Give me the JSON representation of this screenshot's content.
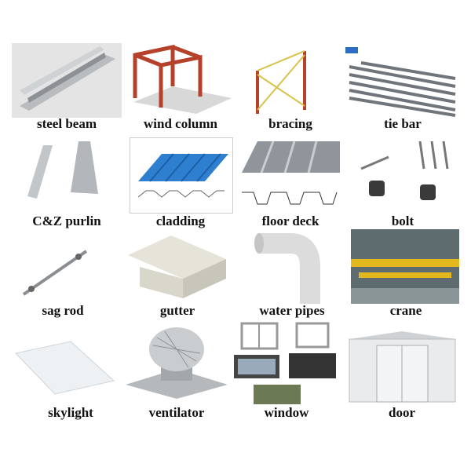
{
  "items": [
    {
      "label": "steel beam",
      "icon": "steel-beam-image"
    },
    {
      "label": "wind column",
      "icon": "wind-column-image"
    },
    {
      "label": "bracing",
      "icon": "bracing-image"
    },
    {
      "label": "tie bar",
      "icon": "tie-bar-image"
    },
    {
      "label": "C&Z purlin",
      "icon": "purlin-image"
    },
    {
      "label": "cladding",
      "icon": "cladding-image"
    },
    {
      "label": "floor deck",
      "icon": "floor-deck-image"
    },
    {
      "label": "bolt",
      "icon": "bolt-image"
    },
    {
      "label": "sag rod",
      "icon": "sag-rod-image"
    },
    {
      "label": "gutter",
      "icon": "gutter-image"
    },
    {
      "label": "water pipes",
      "icon": "water-pipes-image"
    },
    {
      "label": "crane",
      "icon": "crane-image"
    },
    {
      "label": "skylight",
      "icon": "skylight-image"
    },
    {
      "label": "ventilator",
      "icon": "ventilator-image"
    },
    {
      "label": "window",
      "icon": "window-image"
    },
    {
      "label": "door",
      "icon": "door-image"
    }
  ],
  "colors": {
    "frame_red": "#b5412b",
    "cladding_blue": "#2f7fd0",
    "steel_gray": "#9aa0a6",
    "crane_yellow": "#e3b81f"
  }
}
